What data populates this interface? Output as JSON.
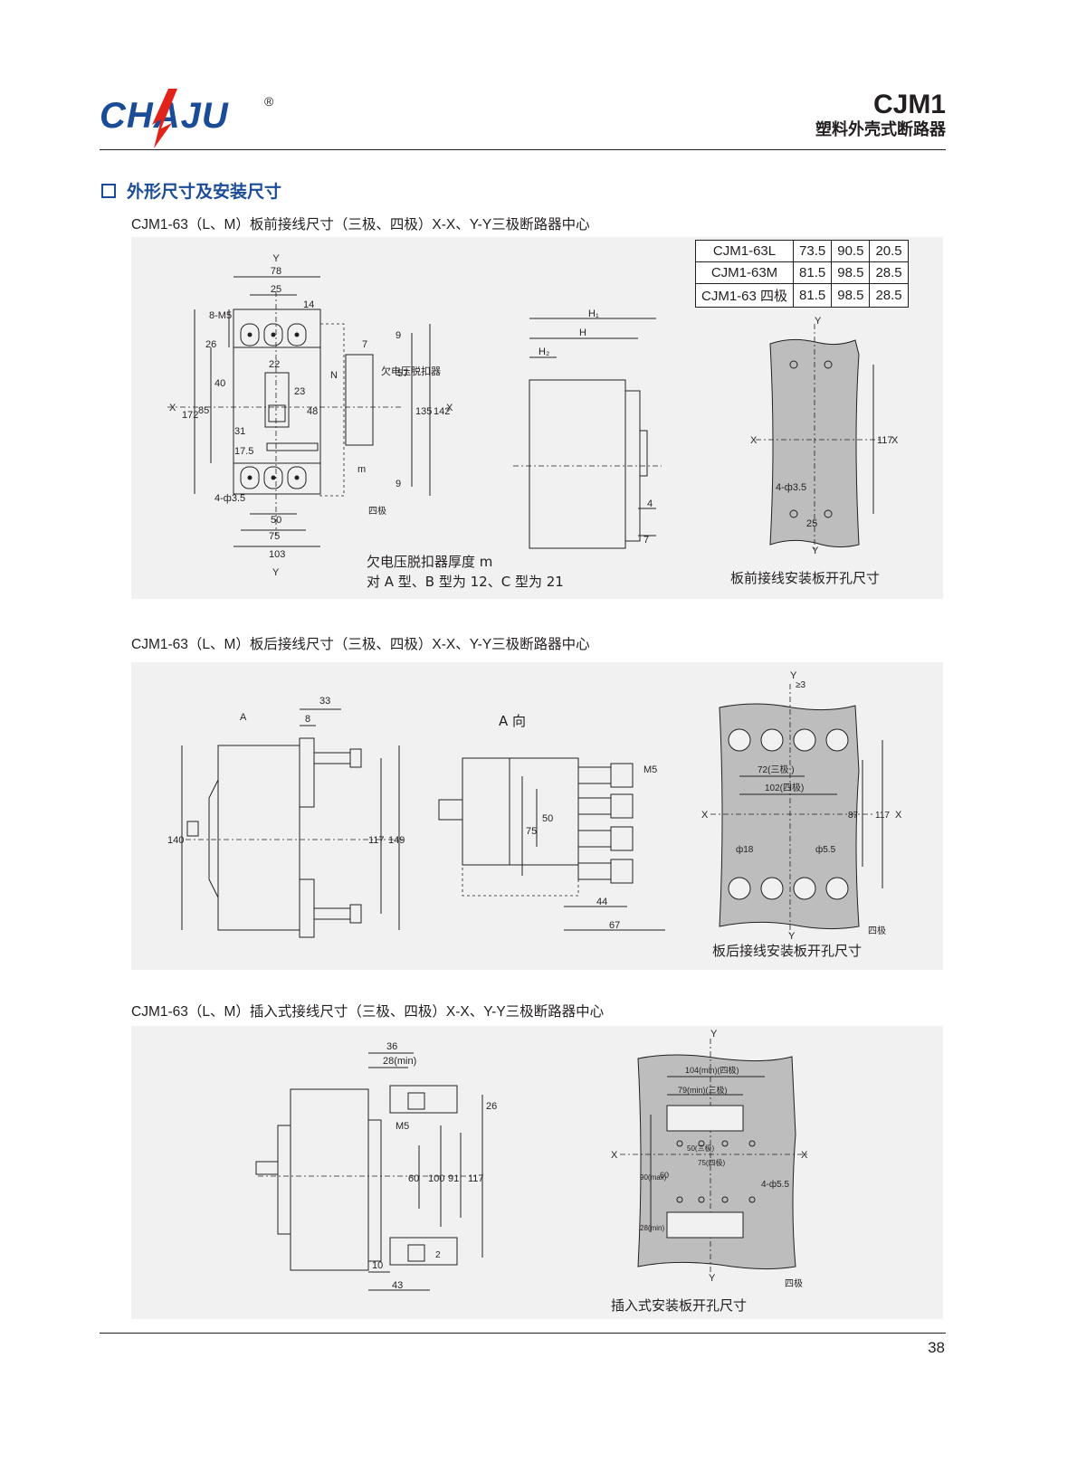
{
  "header": {
    "logo_text": "CHAJU",
    "logo_registered": "®",
    "model": "CJM1",
    "subtitle": "塑料外壳式断路器"
  },
  "section": {
    "title": "外形尺寸及安装尺寸"
  },
  "figures": [
    {
      "caption": "CJM1-63（L、M）板前接线尺寸（三极、四极）X-X、Y-Y三极断路器中心",
      "labels": {
        "y": "Y",
        "x": "X",
        "d78": "78",
        "d25": "25",
        "d14": "14",
        "m5": "8-M5",
        "d26": "26",
        "d22": "22",
        "d40": "40",
        "d172": "172",
        "d85": "85",
        "d23": "23",
        "d48": "48",
        "d31": "31",
        "d17": "17.5",
        "hole": "4-ф3.5",
        "d50": "50",
        "d75": "75",
        "d103": "103",
        "n": "N",
        "release": "欠电压脱扣器",
        "d9": "9",
        "d7": "7",
        "d57": "57",
        "d135": "135",
        "d142": "142",
        "m": "m",
        "four_pole": "四极",
        "h1": "H₁",
        "h": "H",
        "h2": "H₂",
        "d4": "4",
        "plate_hole": "4-ф3.5",
        "plate_25": "25",
        "plate_117": "117"
      },
      "note_line1": "欠电压脱扣器厚度 m",
      "note_line2": "对 A 型、B 型为 12、C 型为 21",
      "plate_caption": "板前接线安装板开孔尺寸",
      "table": [
        [
          "CJM1-63L",
          "73.5",
          "90.5",
          "20.5"
        ],
        [
          "CJM1-63M",
          "81.5",
          "98.5",
          "28.5"
        ],
        [
          "CJM1-63 四极",
          "81.5",
          "98.5",
          "28.5"
        ]
      ]
    },
    {
      "caption": "CJM1-63（L、M）板后接线尺寸（三极、四极）X-X、Y-Y三极断路器中心",
      "labels": {
        "a": "A",
        "a_view": "A 向",
        "d33": "33",
        "d8": "8",
        "d140": "140",
        "d117": "117",
        "d149": "149",
        "d75": "75",
        "d50": "50",
        "m5": "M5",
        "d44": "44",
        "d67": "67",
        "ge3": "≥3",
        "y": "Y",
        "x": "X",
        "d72": "72(三极 )",
        "d102": "102(四极)",
        "d87": "87",
        "d117b": "117",
        "d18": "ф18",
        "d55": "ф5.5",
        "four_pole": "四极"
      },
      "plate_caption": "板后接线安装板开孔尺寸"
    },
    {
      "caption": "CJM1-63（L、M）插入式接线尺寸（三极、四极）X-X、Y-Y三极断路器中心",
      "labels": {
        "d36": "36",
        "d28": "28(min)",
        "d26": "26",
        "m5": "M5",
        "d60": "60",
        "d100": "100",
        "d91": "91",
        "d117": "117",
        "d2": "2",
        "d10": "10",
        "d43": "43",
        "y": "Y",
        "x": "X",
        "d104": "104(min)(四极)",
        "d79": "79(min)(三极)",
        "d50": "50(三极)",
        "d75": "75(四极)",
        "d90": "90(max)",
        "d60b": "60",
        "hole": "4-ф5.5",
        "four_pole": "四极"
      },
      "plate_caption": "插入式安装板开孔尺寸"
    }
  ],
  "footer": {
    "page": "38"
  },
  "colors": {
    "brand": "#1a4c97",
    "logo_accent": "#e2231a",
    "text": "#231f20",
    "panel": "#f1f1f1",
    "plate": "#bdbdbd"
  }
}
